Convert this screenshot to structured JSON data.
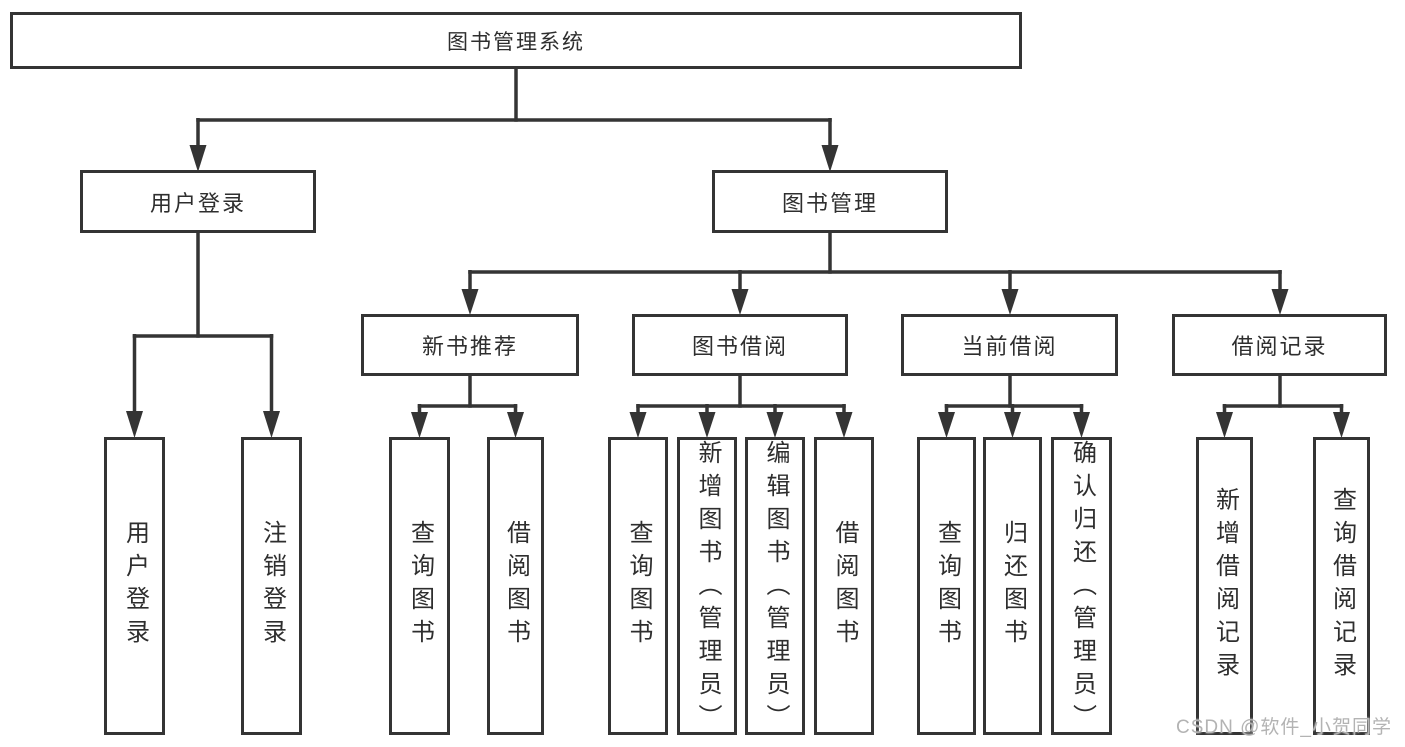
{
  "colors": {
    "line": "#343434",
    "text": "#2e2e2e",
    "watermark": "#b3b3b3",
    "bg": "#ffffff"
  },
  "nodes": {
    "root": "图书管理系统",
    "level2": [
      "用户登录",
      "图书管理"
    ],
    "level3": [
      "新书推荐",
      "图书借阅",
      "当前借阅",
      "借阅记录"
    ],
    "leaves_user_login": [
      "用户登录",
      "注销登录"
    ],
    "leaves_new_book": [
      "查询图书",
      "借阅图书"
    ],
    "leaves_book_borrow": [
      "查询图书",
      "新增图书（管理员）",
      "编辑图书（管理员）",
      "借阅图书"
    ],
    "leaves_current_borrow": [
      "查询图书",
      "归还图书",
      "确认归还（管理员）"
    ],
    "leaves_borrow_record": [
      "新增借阅记录",
      "查询借阅记录"
    ]
  },
  "watermark": "CSDN @软件_小贺同学"
}
